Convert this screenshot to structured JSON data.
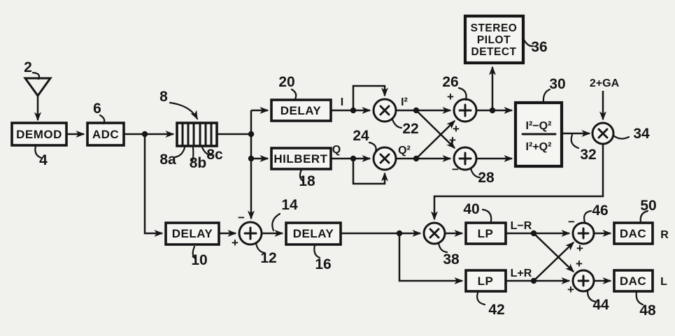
{
  "colors": {
    "ink": "#161616",
    "paper": "#f1f1ee"
  },
  "blocks": {
    "demod": {
      "label": "DEMOD",
      "ref": "4"
    },
    "adc": {
      "label": "ADC",
      "ref": "6"
    },
    "filter": {
      "ref": "8",
      "taps": {
        "a": "8a",
        "b": "8b",
        "c": "8c"
      }
    },
    "delay_i": {
      "label": "DELAY",
      "ref": "20"
    },
    "hilbert": {
      "label": "HILBERT",
      "ref": "18"
    },
    "pilot": {
      "line1": "STEREO",
      "line2": "PILOT",
      "line3": "DETECT",
      "ref": "36"
    },
    "ratio": {
      "numerator": "I²−Q²",
      "denominator": "I²+Q²",
      "ref": "30"
    },
    "delay_baseband": {
      "label": "DELAY",
      "ref": "10"
    },
    "delay_mid": {
      "label": "DELAY",
      "ref": "16"
    },
    "lp_diff": {
      "label": "LP",
      "ref": "40"
    },
    "lp_sum": {
      "label": "LP",
      "ref": "42"
    },
    "dac_r": {
      "label": "DAC",
      "ref": "50"
    },
    "dac_l": {
      "label": "DAC",
      "ref": "48"
    }
  },
  "nodes": {
    "antenna": {
      "ref": "2"
    },
    "sq_i": {
      "ref": "22"
    },
    "sq_q": {
      "ref": "24"
    },
    "add_sum": {
      "ref": "26"
    },
    "add_diff": {
      "ref": "28"
    },
    "mult_gain": {
      "ref": "34"
    },
    "add_sub": {
      "ref": "12"
    },
    "mult_audio": {
      "ref": "38"
    },
    "add_right": {
      "ref": "46"
    },
    "add_left": {
      "ref": "44"
    }
  },
  "wires": {
    "diff_in": {
      "ref": "14"
    },
    "ratio_out": {
      "ref": "32"
    }
  },
  "signals": {
    "i": "I",
    "q": "Q",
    "i_sq": "I²",
    "q_sq": "Q²",
    "l_minus_r": "L−R",
    "l_plus_r": "L+R",
    "right_out": "R",
    "left_out": "L",
    "gain": "2+GA"
  },
  "signs": {
    "plus": "+",
    "minus": "−"
  }
}
